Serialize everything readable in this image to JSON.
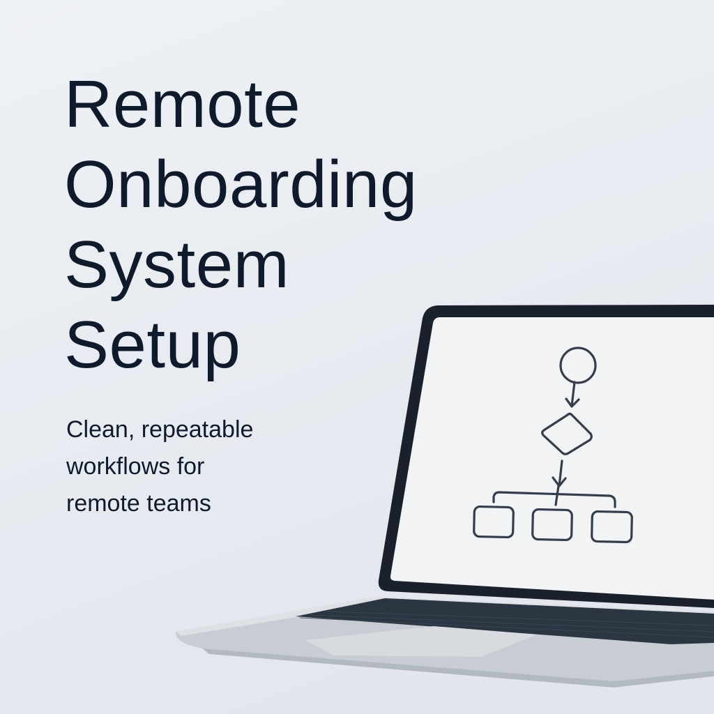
{
  "title": {
    "lines": [
      "Remote",
      "Onboarding",
      "System",
      "Setup"
    ]
  },
  "subtitle": {
    "lines": [
      "Clean, repeatable",
      "workflows for",
      "remote teams"
    ]
  },
  "colors": {
    "background": "#e8ebf0",
    "text": "#0f1a2c",
    "bezel": "#1a212c",
    "screen": "#f1f3f5",
    "stroke": "#333d4b",
    "base": "#c9ced5",
    "keyboard": "#2c3542"
  },
  "illustration": {
    "device": "laptop",
    "screen_content": "flowchart-icon"
  }
}
